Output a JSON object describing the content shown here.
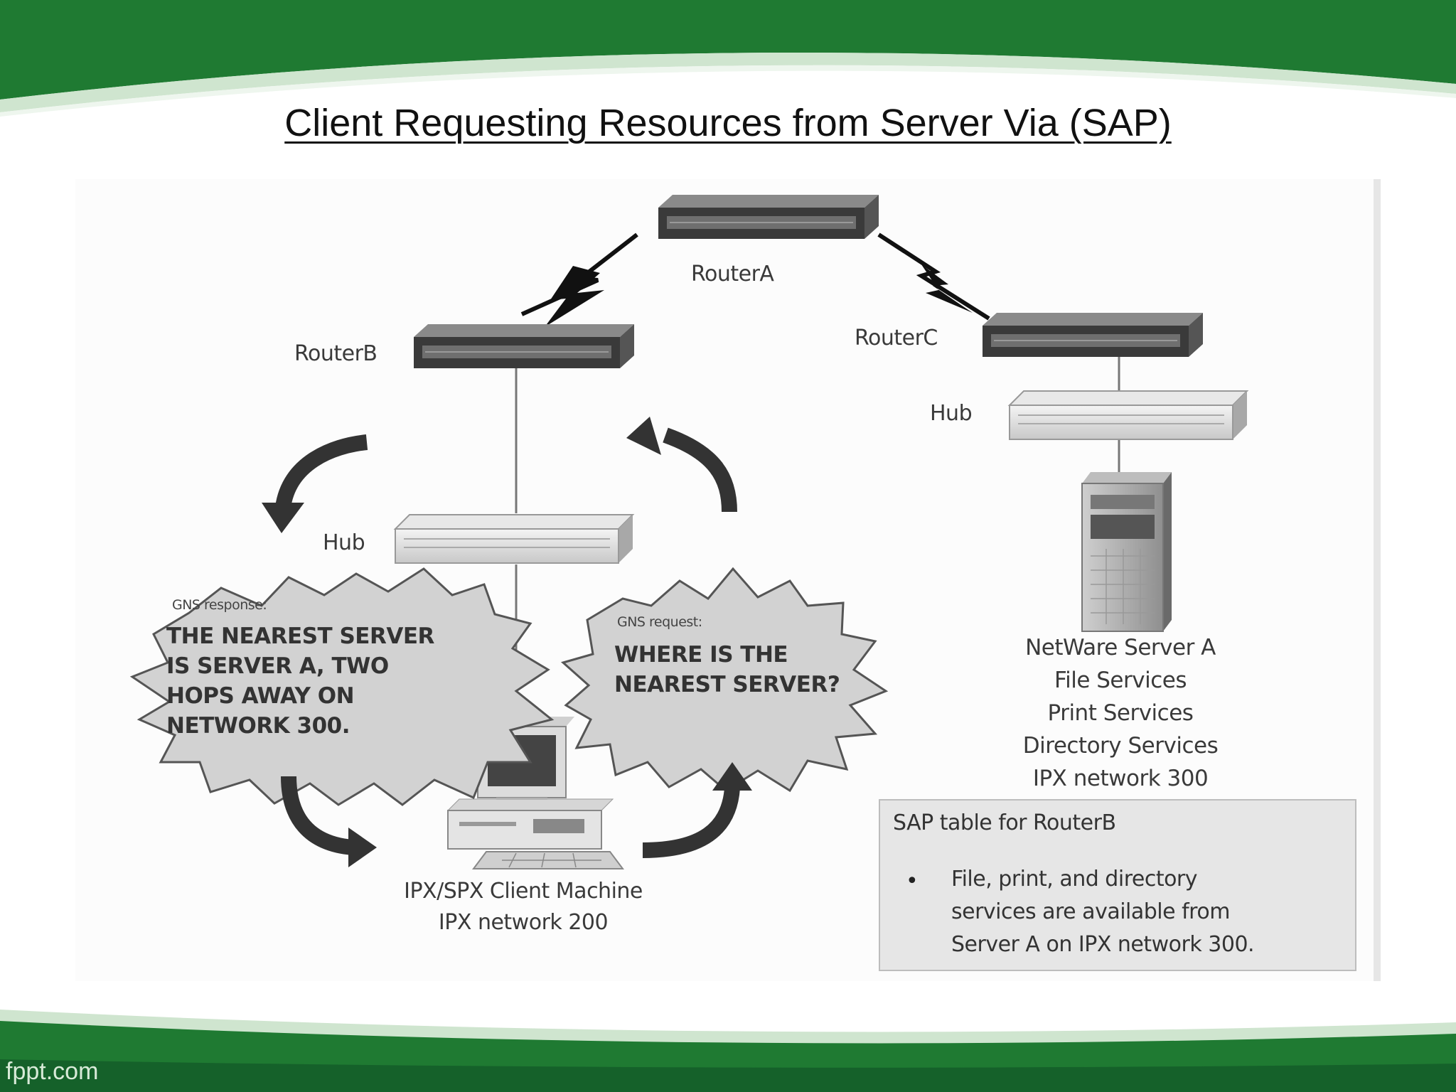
{
  "slide": {
    "title": "Client Requesting Resources from Server Via (SAP)",
    "brand": "fppt.com",
    "theme_colors": {
      "band": "#1f7a32",
      "band_dark": "#15612a",
      "accent_line": "#cfe5cf"
    }
  },
  "diagram": {
    "routers": {
      "a": "RouterA",
      "b": "RouterB",
      "c": "RouterC"
    },
    "hubs": {
      "left": "Hub",
      "right": "Hub"
    },
    "response_bubble": {
      "caption": "GNS response:",
      "lines": [
        "THE NEAREST SERVER",
        "IS SERVER A, TWO",
        "HOPS AWAY ON",
        "NETWORK 300."
      ]
    },
    "request_bubble": {
      "caption": "GNS request:",
      "lines": [
        "WHERE IS THE",
        "NEAREST SERVER?"
      ]
    },
    "client": {
      "lines": [
        "IPX/SPX Client Machine",
        "IPX network 200"
      ]
    },
    "server": {
      "lines": [
        "NetWare Server A",
        "File Services",
        "Print Services",
        "Directory Services",
        "IPX network 300"
      ]
    },
    "sap_table": {
      "title": "SAP table for RouterB",
      "bullet": "•",
      "lines": [
        "File, print, and directory",
        "services are available from",
        "Server A on IPX network 300."
      ]
    }
  }
}
